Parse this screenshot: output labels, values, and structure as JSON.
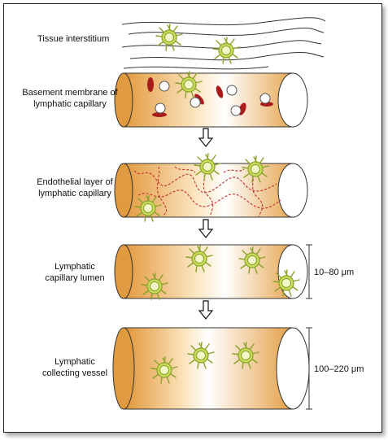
{
  "labels": {
    "interstitium": "Tissue interstitium",
    "basement_1": "Basement membrane of",
    "basement_2": "lymphatic capillary",
    "endothelial_1": "Endothelial layer of",
    "endothelial_2": "lymphatic capillary",
    "lumen_1": "Lymphatic",
    "lumen_2": "capillary lumen",
    "collecting_1": "Lymphatic",
    "collecting_2": "collecting vessel"
  },
  "dimensions": {
    "capillary": "10–80 μm",
    "collecting": "100–220 μm"
  },
  "colors": {
    "vessel_orange": "#e8a24a",
    "vessel_highlight": "#fff7ea",
    "cell_membrane_red": "#b02020",
    "dendritic_cell_green": "#a8c23a",
    "junction_red": "#c03030"
  }
}
